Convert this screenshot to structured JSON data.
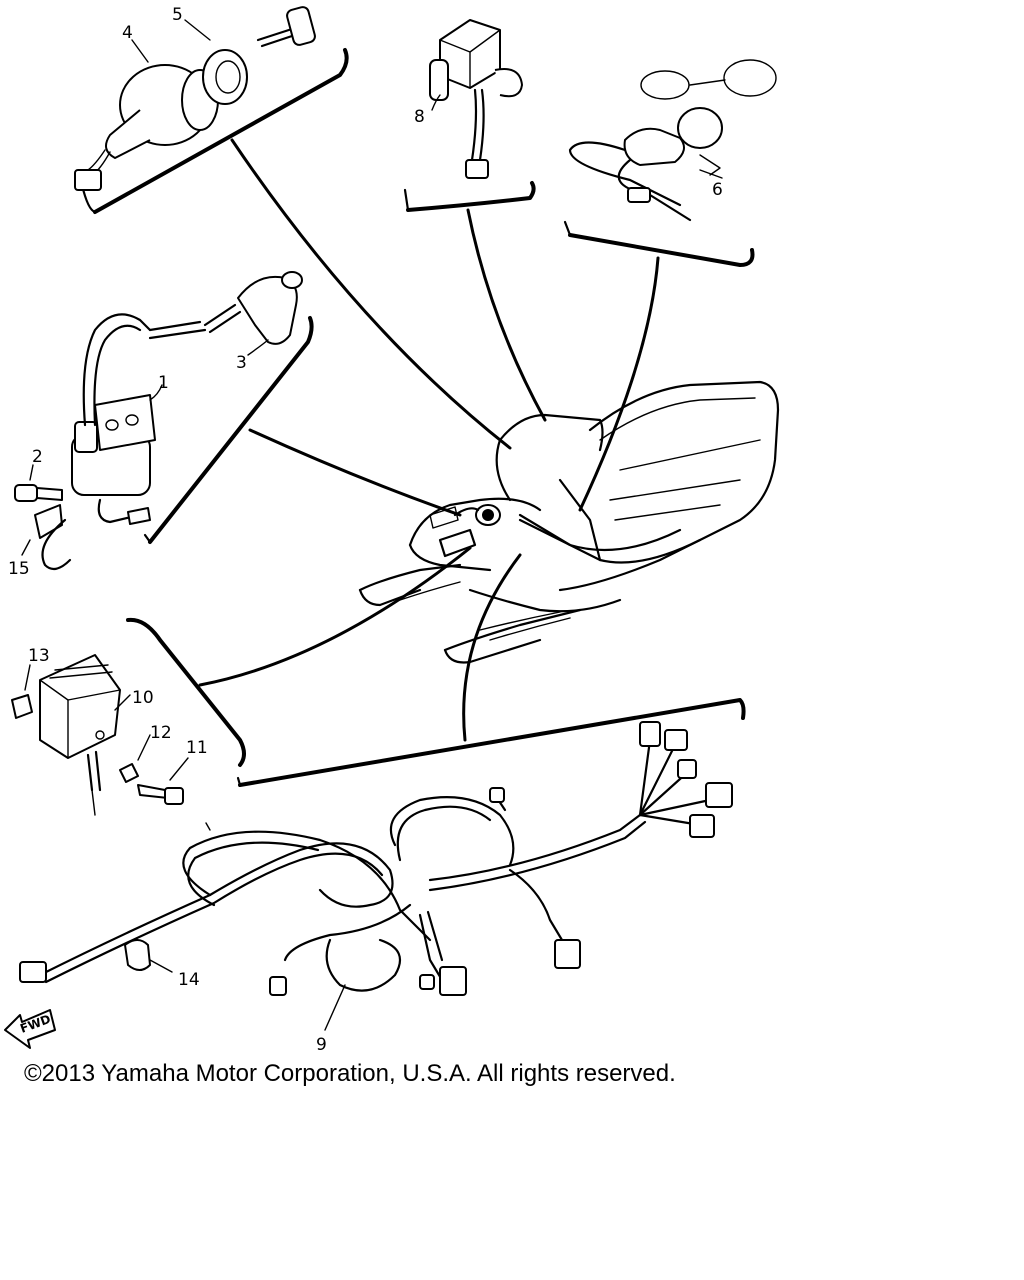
{
  "diagram": {
    "callouts": [
      {
        "id": "c1",
        "label": "1"
      },
      {
        "id": "c2",
        "label": "2"
      },
      {
        "id": "c3",
        "label": "3"
      },
      {
        "id": "c4",
        "label": "4"
      },
      {
        "id": "c5",
        "label": "5"
      },
      {
        "id": "c6",
        "label": "6"
      },
      {
        "id": "c8",
        "label": "8"
      },
      {
        "id": "c9",
        "label": "9"
      },
      {
        "id": "c10",
        "label": "10"
      },
      {
        "id": "c11",
        "label": "11"
      },
      {
        "id": "c12",
        "label": "12"
      },
      {
        "id": "c13",
        "label": "13"
      },
      {
        "id": "c14",
        "label": "14"
      },
      {
        "id": "c15",
        "label": "15"
      }
    ],
    "direction_arrow": "FWD"
  },
  "footer": {
    "copyright": "©2013 Yamaha Motor Corporation, U.S.A. All rights reserved."
  }
}
